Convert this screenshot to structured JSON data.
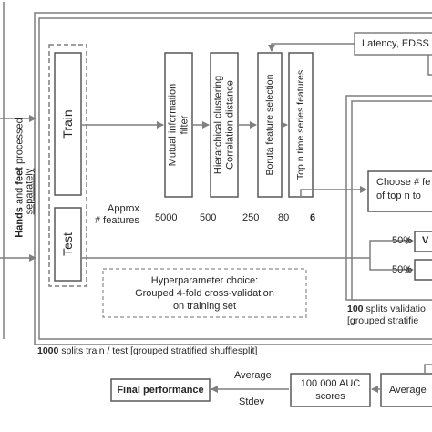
{
  "left_label": {
    "part1": "Hands",
    "part2": " and ",
    "part3": "feet",
    "part4": " processed",
    "part5": "separately"
  },
  "split_boxes": {
    "train": "Train",
    "test": "Test"
  },
  "pipeline": {
    "steps": [
      {
        "line1": "Mutual information",
        "line2": "filter"
      },
      {
        "line1": "Hierarchical clustering",
        "line2": "Correlation distance"
      },
      {
        "line1": "Boruta feature selection",
        "line2": ""
      },
      {
        "line1": "Top n time series features",
        "line2": ""
      }
    ],
    "approx_label_line1": "Approx.",
    "approx_label_line2": "# features",
    "feature_counts": [
      "5000",
      "500",
      "250",
      "80",
      "6"
    ]
  },
  "hyperparameter": {
    "line1": "Hyperparameter choice:",
    "line2": "Grouped 4-fold cross-validation",
    "line3": "on training set"
  },
  "latency_label": "Latency, EDSS",
  "choose_box": {
    "line1": "Choose # fe",
    "line2": "of top n to"
  },
  "validation": {
    "pct1": "50%",
    "pct2": "50%",
    "box1_text": "V",
    "splits_bold": "100",
    "splits_line1": " splits validatio",
    "splits_line2": "[grouped stratifie"
  },
  "outer_splits": {
    "bold": "1000",
    "text": " splits train / test [grouped stratified shufflesplit]"
  },
  "bottom": {
    "final_performance": "Final performance",
    "average_label": "Average",
    "stdev_label": "Stdev",
    "auc_line1": "100 000 AUC",
    "auc_line2": "scores",
    "average_box": "Average"
  }
}
